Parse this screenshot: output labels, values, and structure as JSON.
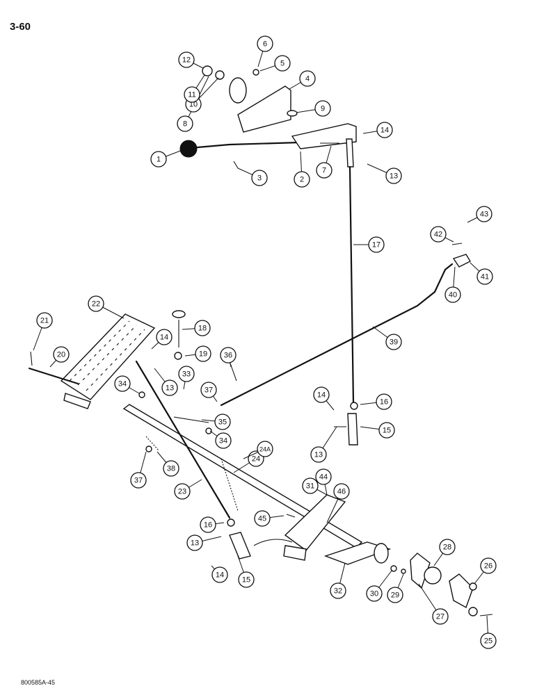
{
  "page_number": "3-60",
  "document_code": "800585A-45",
  "callouts": [
    "1",
    "2",
    "3",
    "4",
    "5",
    "6",
    "7",
    "8",
    "9",
    "10",
    "11",
    "12",
    "13",
    "14",
    "13",
    "14",
    "13",
    "14",
    "13",
    "14",
    "15",
    "15",
    "16",
    "16",
    "17",
    "18",
    "19",
    "20",
    "21",
    "22",
    "23",
    "24",
    "24A",
    "25",
    "26",
    "27",
    "28",
    "29",
    "30",
    "31",
    "44",
    "32",
    "33",
    "34",
    "34",
    "35",
    "36",
    "37",
    "37",
    "38",
    "39",
    "40",
    "41",
    "42",
    "43",
    "45",
    "46"
  ]
}
